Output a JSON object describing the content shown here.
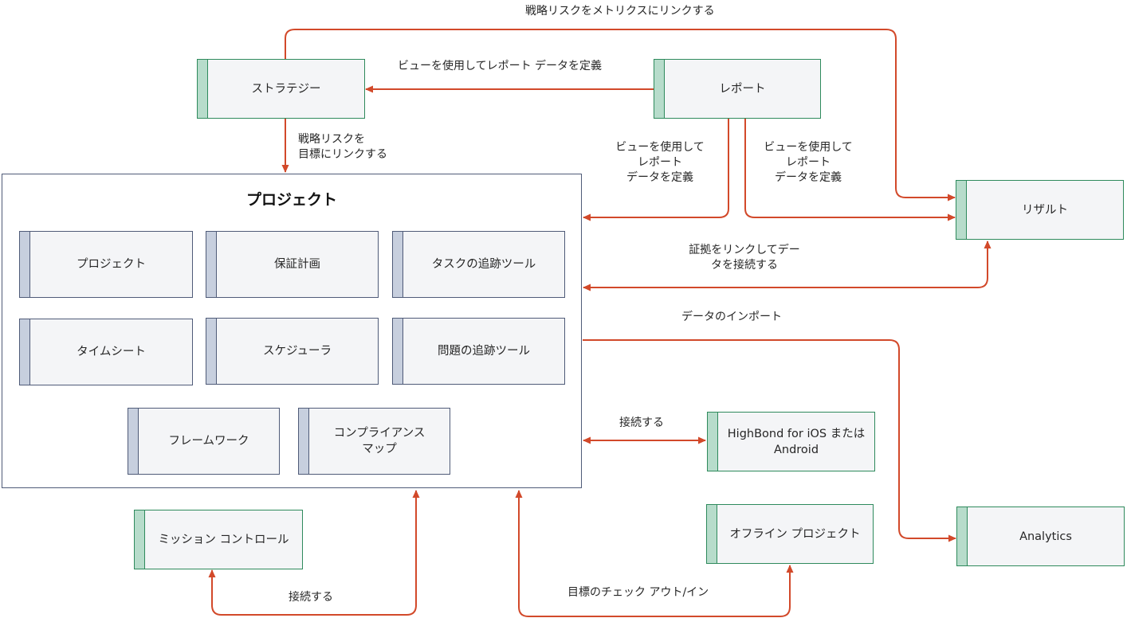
{
  "nodes": {
    "strategy": "ストラテジー",
    "report": "レポート",
    "result": "リザルト",
    "highbond": "HighBond for iOS または\nAndroid",
    "analytics": "Analytics",
    "mission_control": "ミッション コントロール",
    "offline": "オフライン プロジェクト"
  },
  "container": {
    "title": "プロジェクト",
    "items": [
      "プロジェクト",
      "保証計画",
      "タスクの追跡ツール",
      "タイムシート",
      "スケジューラ",
      "問題の追跡ツール",
      "フレームワーク",
      "コンプライアンス\nマップ"
    ]
  },
  "edges": {
    "strategy_to_result": "戦略リスクをメトリクスにリンクする",
    "report_to_strategy": "ビューを使用してレポート データを定義",
    "strategy_to_project": "戦略リスクを\n目標にリンクする",
    "report_to_project": "ビューを使用して\nレポート\nデータを定義",
    "report_to_result": "ビューを使用して\nレポート\nデータを定義",
    "result_project": "証拠をリンクしてデー\nタを接続する",
    "import": "データのインポート",
    "highbond_connect": "接続する",
    "mission_connect": "接続する",
    "offline_checkout": "目標のチェック アウト/イン"
  },
  "colors": {
    "arrow": "#d2492a",
    "green_border": "#2e8a5c",
    "green_tab": "#b7dccb",
    "blue_border": "#4f5b78",
    "blue_tab": "#c7cfde"
  }
}
